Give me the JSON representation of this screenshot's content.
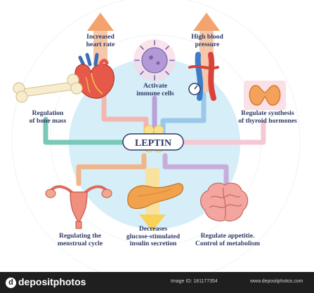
{
  "center": {
    "label": "LEPTIN"
  },
  "labels": {
    "heart_rate": [
      "Increased",
      "heart rate"
    ],
    "blood_pressure": [
      "High blood",
      "pressure"
    ],
    "immune": [
      "Activate",
      "immune cells"
    ],
    "bone": [
      "Regulation",
      "of bone mass"
    ],
    "thyroid": [
      "Regulate synthesis",
      "of thyroid hormones"
    ],
    "menstrual": [
      "Regulating the",
      "menstrual cycle"
    ],
    "insulin": [
      "Decreases",
      "glucose-stimulated",
      "insulin secretion"
    ],
    "appetite": [
      "Regulate appetitie.",
      "Control of metabolism"
    ]
  },
  "watermark": {
    "logo": "depositphotos",
    "image_id": "Image ID: 181177354",
    "site": "www.depositphotos.com"
  },
  "colors": {
    "background": "#ffffff",
    "center_bubble": "#d5eef7",
    "arrow_up": "#f3a36e",
    "arrow_down": "#f8d15a",
    "branch_heart": "#f4b6b0",
    "branch_pressure": "#9bc8e9",
    "branch_immune": "#b9a2d8",
    "branch_bone": "#79c9b7",
    "branch_thyroid": "#f6c8d4",
    "branch_menstrual": "#f0b58a",
    "branch_insulin": "#f3d68a",
    "branch_appetite": "#c7addc",
    "label_text": "#2f3a66"
  }
}
